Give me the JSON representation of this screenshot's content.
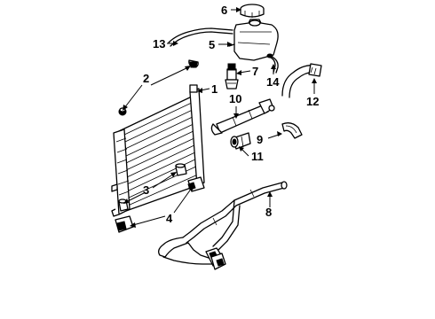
{
  "diagram": {
    "callouts": [
      {
        "id": "1",
        "text": "1"
      },
      {
        "id": "2",
        "text": "2"
      },
      {
        "id": "3",
        "text": "3"
      },
      {
        "id": "4",
        "text": "4"
      },
      {
        "id": "5",
        "text": "5"
      },
      {
        "id": "6",
        "text": "6"
      },
      {
        "id": "7",
        "text": "7"
      },
      {
        "id": "8",
        "text": "8"
      },
      {
        "id": "9",
        "text": "9"
      },
      {
        "id": "10",
        "text": "10"
      },
      {
        "id": "11",
        "text": "11"
      },
      {
        "id": "12",
        "text": "12"
      },
      {
        "id": "13",
        "text": "13"
      },
      {
        "id": "14",
        "text": "14"
      }
    ]
  }
}
